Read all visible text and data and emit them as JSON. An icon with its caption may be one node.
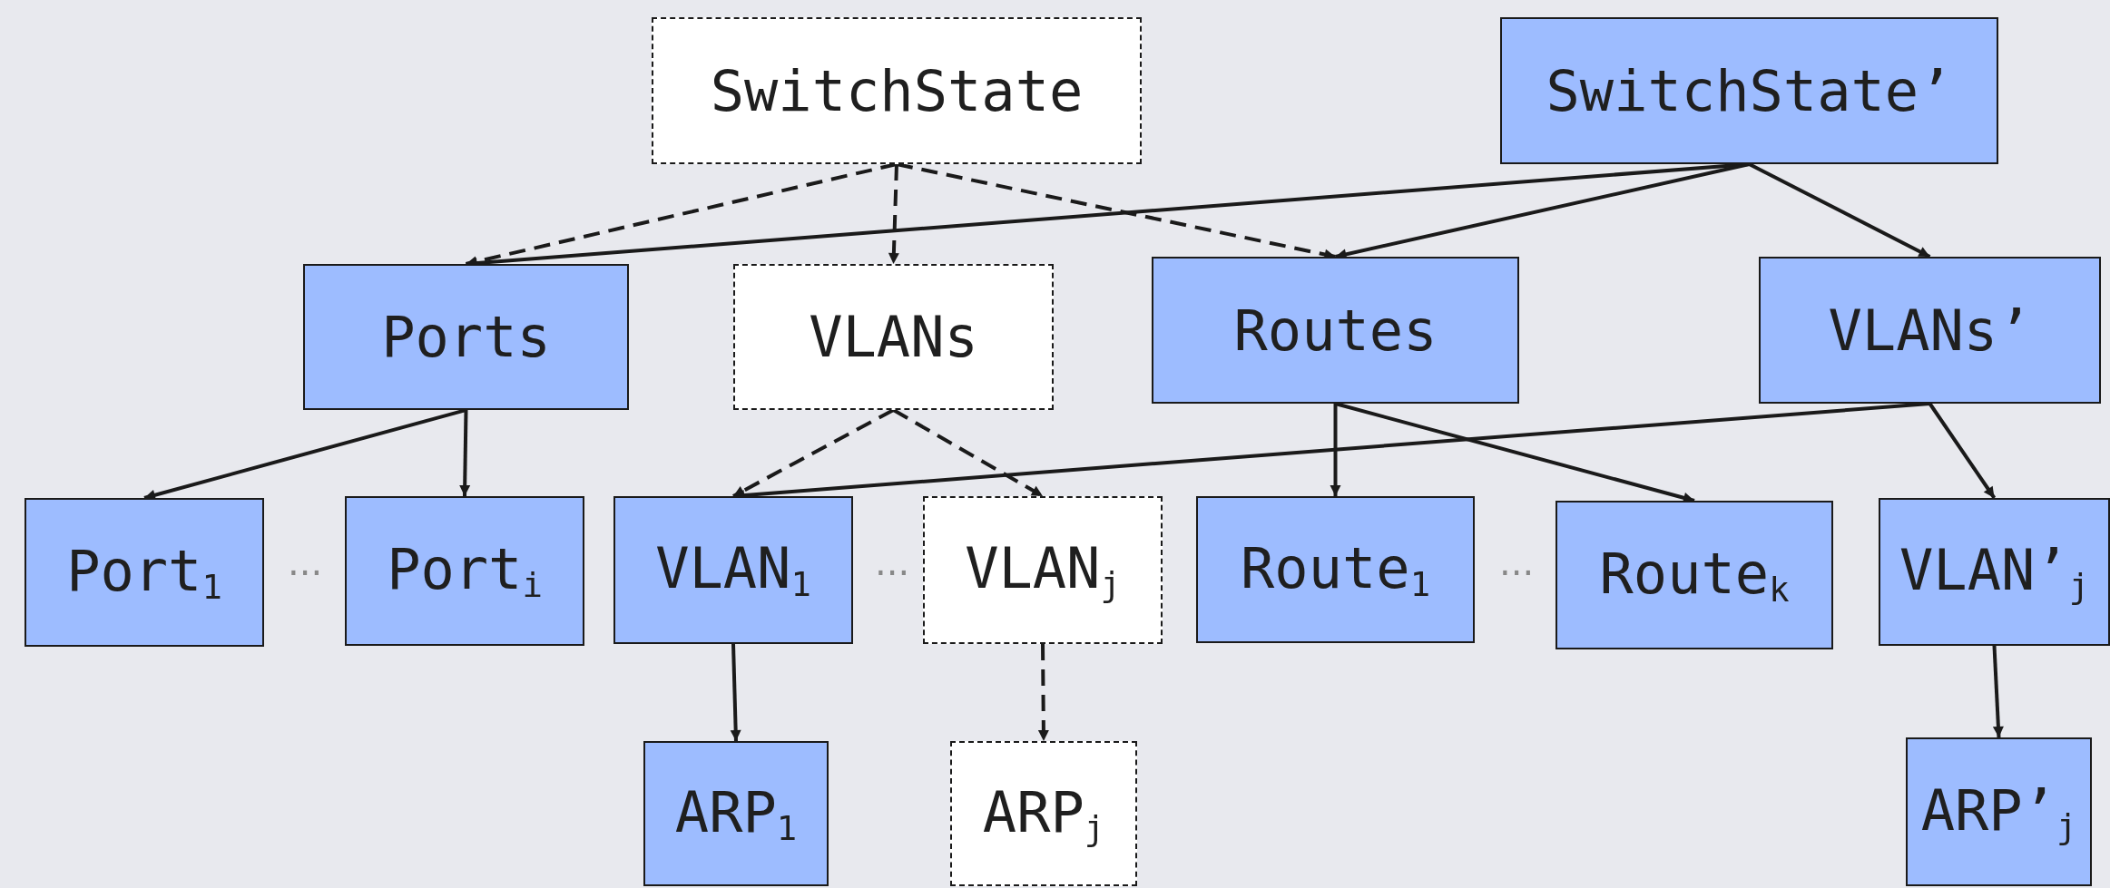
{
  "diagram": {
    "nodes": [
      {
        "text": [
          "SwitchState"
        ]
      },
      {
        "text": [
          "SwitchState’"
        ]
      },
      {
        "text": [
          "Ports"
        ]
      },
      {
        "text": [
          "VLANs"
        ]
      },
      {
        "text": [
          "Routes"
        ]
      },
      {
        "text": [
          "VLANs’"
        ]
      },
      {
        "text": [
          "Port$_{1}$"
        ]
      },
      {
        "text": [
          "Port$_{i}$"
        ]
      },
      {
        "text": [
          "VLAN$_{1}$"
        ]
      },
      {
        "text": [
          "VLAN$_{j}$"
        ]
      },
      {
        "text": [
          "Route$_{1}$"
        ]
      },
      {
        "text": [
          "Route$_{k}$"
        ]
      },
      {
        "text": [
          "VLAN’$_{j}$"
        ]
      },
      {
        "text": [
          "ARP$_{1}$"
        ]
      },
      {
        "text": [
          "ARP$_{j}$"
        ]
      },
      {
        "text": [
          "ARP’$_{j}$"
        ]
      }
    ],
    "edges": [
      {
        "from": 0,
        "to": 2,
        "arrow": "to",
        "style": "dashed"
      },
      {
        "from": 0,
        "to": 3,
        "arrow": "to",
        "style": "dashed"
      },
      {
        "from": 0,
        "to": 4,
        "arrow": "to",
        "style": "dashed"
      },
      {
        "from": 1,
        "to": 2,
        "arrow": "to"
      },
      {
        "from": 1,
        "to": 4,
        "arrow": "to"
      },
      {
        "from": 1,
        "to": 5,
        "arrow": "to"
      },
      {
        "from": 2,
        "to": 6,
        "arrow": "to"
      },
      {
        "from": 2,
        "to": 7,
        "arrow": "to"
      },
      {
        "from": 3,
        "to": 8,
        "arrow": "to",
        "style": "dashed"
      },
      {
        "from": 3,
        "to": 9,
        "arrow": "to",
        "style": "dashed"
      },
      {
        "from": 4,
        "to": 10,
        "arrow": "to"
      },
      {
        "from": 4,
        "to": 11,
        "arrow": "to"
      },
      {
        "from": 5,
        "to": 8,
        "arrow": "to"
      },
      {
        "from": 5,
        "to": 12,
        "arrow": "to"
      },
      {
        "from": 8,
        "to": 13,
        "arrow": "to"
      },
      {
        "from": 9,
        "to": 14,
        "arrow": "to",
        "style": "dashed"
      },
      {
        "from": 12,
        "to": 15,
        "arrow": "to"
      }
    ],
    "labels": [
      "···",
      "···",
      "···"
    ]
  }
}
